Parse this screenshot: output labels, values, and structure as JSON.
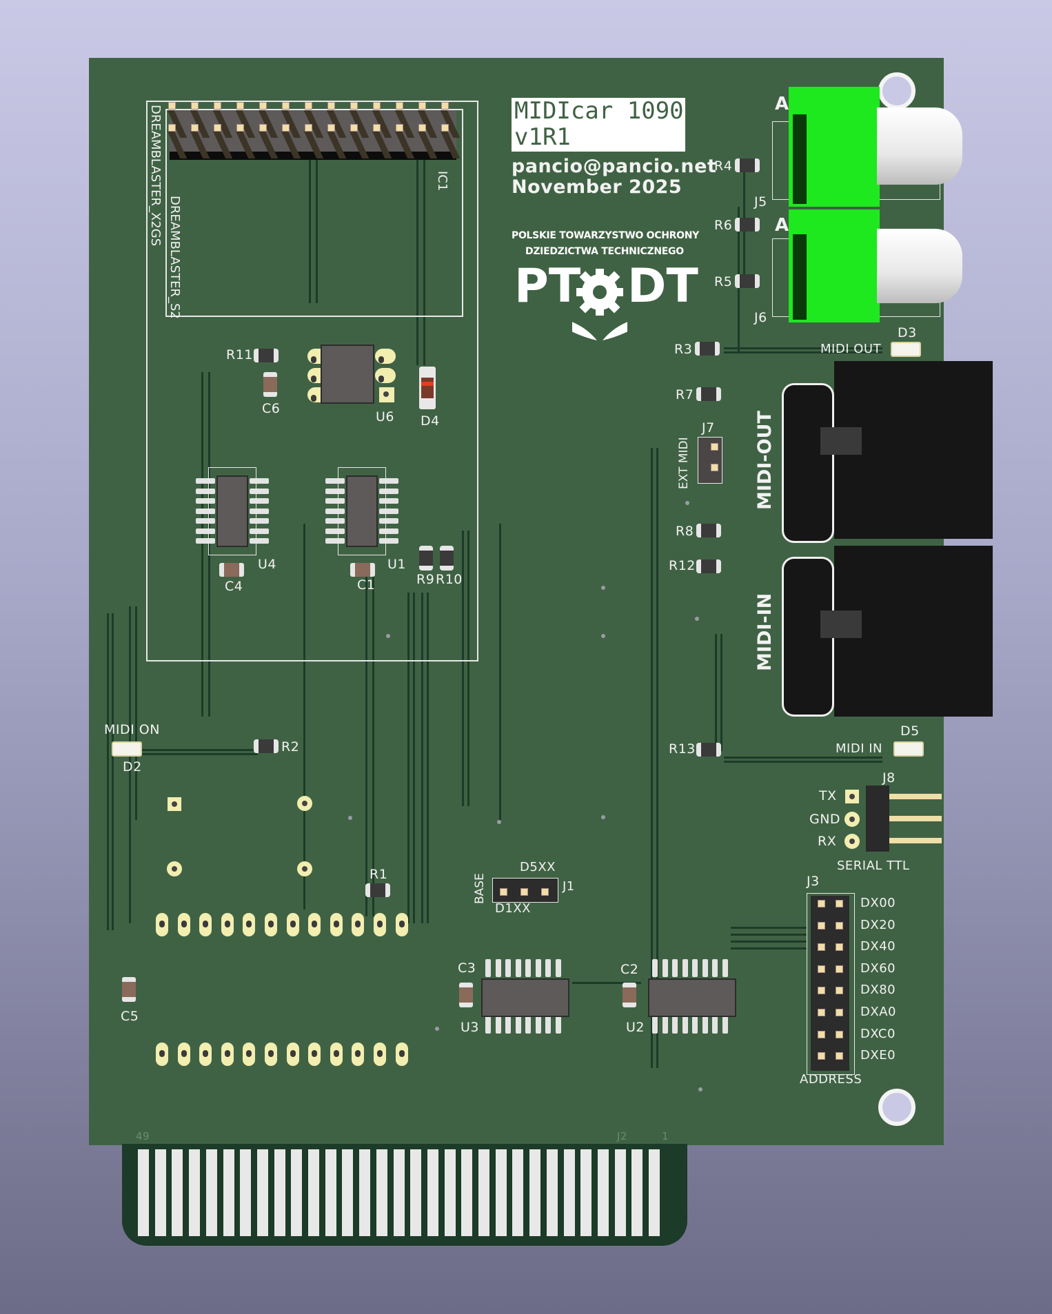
{
  "board": {
    "title_box": {
      "line1": "MIDIcar 1090",
      "line2": "v1R1"
    },
    "author_email": "pancio@pancio.net",
    "date": "November 2025",
    "logo": {
      "org_line1": "POLSKIE TOWARZYSTWO OCHRONY",
      "org_line2": "DZIEDZICTWA TECHNICZNEGO",
      "mark_left": "PT",
      "mark_right": "DT"
    },
    "colors": {
      "soldermask": "#406244",
      "trace": "#1c3b28",
      "silkscreen": "#f2f2f2",
      "jack_green": "#1ee81e",
      "background_top": "#c9c9e6",
      "background_bottom": "#6c6c88"
    }
  },
  "silkscreen": {
    "dreamblaster_x2gs": "DREAMBLASTER_X2GS",
    "dreamblaster_s2": "DREAMBLASTER_S2",
    "ic1": "IC1",
    "r11": "R11",
    "c6": "C6",
    "u6": "U6",
    "d4": "D4",
    "u4": "U4",
    "c4": "C4",
    "u1": "U1",
    "c1": "C1",
    "r9": "R9",
    "r10": "R10",
    "midi_on": "MIDI ON",
    "d2": "D2",
    "r2": "R2",
    "r1": "R1",
    "c5": "C5",
    "c3": "C3",
    "u3": "U3",
    "c2": "C2",
    "u2": "U2",
    "base": "BASE",
    "d5xx": "D5XX",
    "d1xx": "D1XX",
    "j1": "J1",
    "r4": "R4",
    "j5": "J5",
    "r6": "R6",
    "r5": "R5",
    "j6": "J6",
    "a_label": "A",
    "r3": "R3",
    "midi_out_led": "MIDI OUT",
    "d3": "D3",
    "r7": "R7",
    "j7": "J7",
    "ext_midi": "EXT MIDI",
    "midi_out_port": "MIDI-OUT",
    "r8": "R8",
    "r12": "R12",
    "midi_in_port": "MIDI-IN",
    "r13": "R13",
    "midi_in_led": "MIDI IN",
    "d5": "D5",
    "j8": "J8",
    "tx": "TX",
    "gnd": "GND",
    "rx": "RX",
    "serial_ttl": "SERIAL TTL",
    "j3": "J3",
    "address": "ADDRESS",
    "address_options": [
      "DX00",
      "DX20",
      "DX40",
      "DX60",
      "DX80",
      "DXA0",
      "DXC0",
      "DXE0"
    ],
    "edge_pin_49": "49",
    "edge_j2": "J2",
    "edge_pin_1": "1"
  }
}
